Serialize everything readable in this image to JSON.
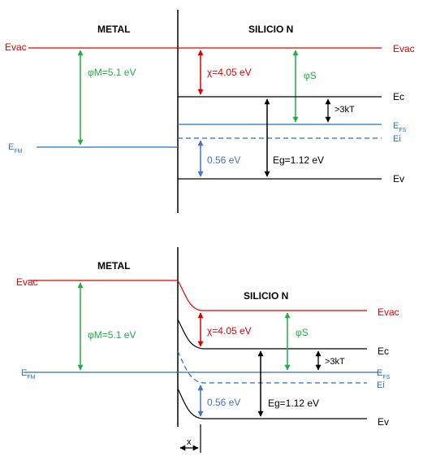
{
  "colors": {
    "vacuum": "#e00000",
    "work_function": "#1fad45",
    "fermi": "#2f6fbf",
    "band": "#000000",
    "electron_affinity": "#e00000",
    "energy_gap_mid": "#4472c4"
  },
  "top": {
    "metal_title": "METAL",
    "semi_title": "SILICIO N",
    "evac_left": "Evac",
    "evac_right": "Evac",
    "efm": "E",
    "efm_sub": "FM",
    "phi_m": "φM=5.1 eV",
    "chi": "χ=4.05 eV",
    "phi_s": "φS",
    "ec": "Ec",
    "efs": "E",
    "efs_sub": "FS",
    "ei": "Ei",
    "gt3kt": ">3kT",
    "eg": "Eg=1.12 eV",
    "mid_gap": "0.56 eV",
    "ev": "Ev"
  },
  "bottom": {
    "metal_title": "METAL",
    "semi_title": "SILICIO N",
    "evac_left": "Evac",
    "evac_right": "Evac",
    "efm": "E",
    "efm_sub": "FM",
    "phi_m": "φM=5.1 eV",
    "chi": "χ=4.05 eV",
    "phi_s": "φS",
    "ec": "Ec",
    "efs": "E",
    "efs_sub": "FS",
    "ei": "Ei",
    "gt3kt": ">3kT",
    "eg": "Eg=1.12 eV",
    "mid_gap": "0.56 eV",
    "ev": "Ev",
    "x_label": "x"
  }
}
